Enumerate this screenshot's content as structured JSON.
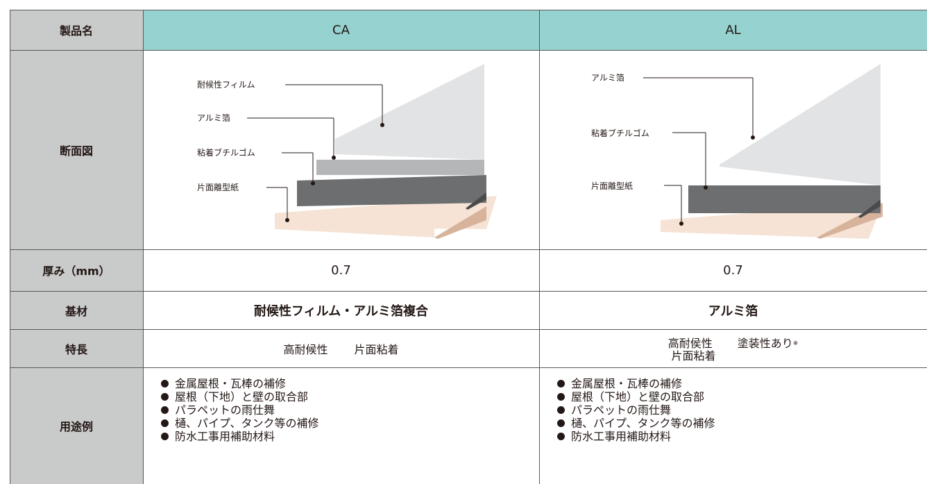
{
  "header": {
    "label": "製品名",
    "products": [
      "CA",
      "AL"
    ]
  },
  "rows": {
    "section": {
      "label": "断面図"
    },
    "thickness": {
      "label": "厚み（mm）",
      "values": [
        "0.7",
        "0.7"
      ]
    },
    "base": {
      "label": "基材",
      "values": [
        "耐候性フィルム・アルミ箔複合",
        "アルミ箔"
      ]
    },
    "features": {
      "label": "特長",
      "ca": {
        "line1": "高耐候性",
        "line2": "片面粘着"
      },
      "al": {
        "line1a": "高耐侯性",
        "line1b": "塗装性あり",
        "note_mark": "※",
        "line2": "片面粘着"
      }
    },
    "uses": {
      "label": "用途例",
      "items": [
        "金属屋根・瓦棒の補修",
        "屋根（下地）と壁の取合部",
        "パラペットの雨仕舞",
        "樋、パイプ、タンク等の補修",
        "防水工事用補助材料"
      ]
    }
  },
  "diagram_ca": {
    "labels": [
      "耐候性フィルム",
      "アルミ箔",
      "粘着ブチルゴム",
      "片面離型紙"
    ]
  },
  "diagram_al": {
    "labels": [
      "アルミ箔",
      "粘着ブチルゴム",
      "片面離型紙"
    ]
  },
  "colors": {
    "header_gray": "#c9caca",
    "title_teal": "#96d2cf",
    "border": "#595757",
    "film": "#e2e3e4",
    "foil": "#b5b6b8",
    "rubber": "#6d6e70",
    "paper": "#f6e3d5"
  }
}
